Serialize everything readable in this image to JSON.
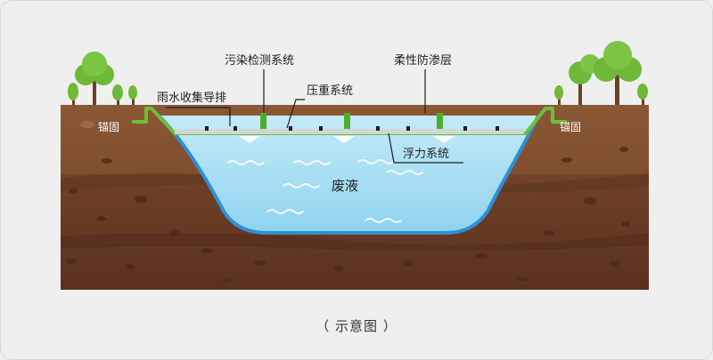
{
  "labels": {
    "pollution_monitoring": "污染检测系统",
    "flexible_liner": "柔性防渗层",
    "rain_drainage": "雨水收集导排",
    "ballast_system": "压重系统",
    "anchor_left": "锚固",
    "anchor_right": "锚固",
    "float_system": "浮力系统",
    "leachate": "废液"
  },
  "caption": "（ 示意图 ）",
  "colors": {
    "background": "#efefef",
    "soil_top": "#7a4a2c",
    "soil_deep": "#5e3320",
    "liner_green": "#6cbf3a",
    "water": "#a9dff3",
    "water_edge": "#2e8fd6",
    "tree_green": "#6fb838",
    "trunk": "#6b4226"
  }
}
